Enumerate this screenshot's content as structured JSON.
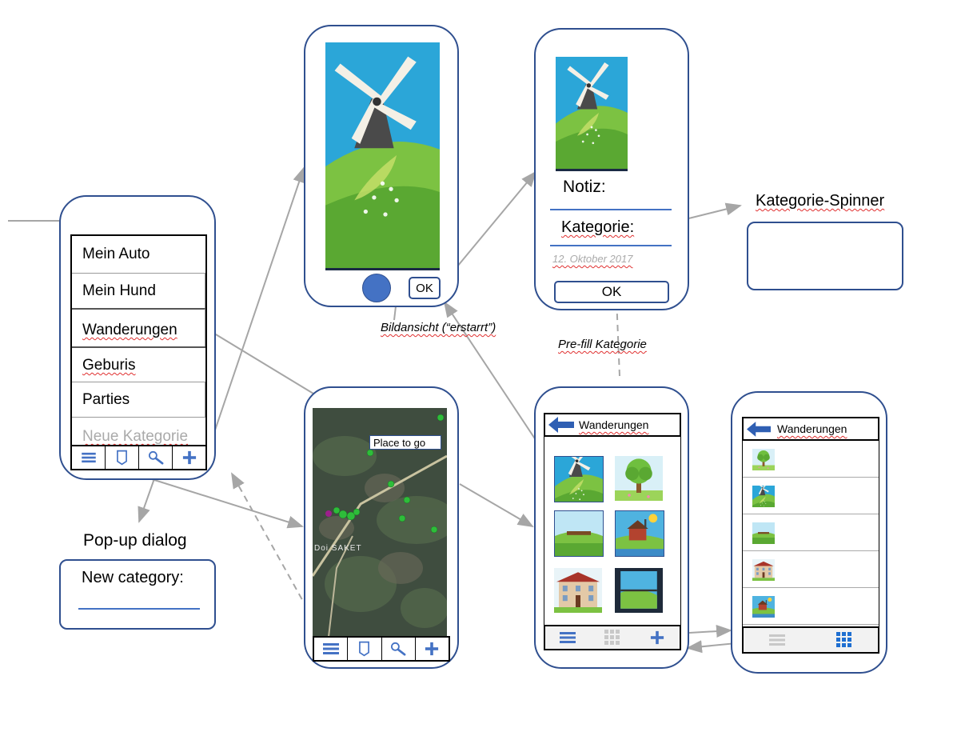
{
  "category_screen": {
    "items": [
      "Mein Auto",
      "Mein Hund",
      "Wanderungen",
      "Geburis",
      "Parties"
    ],
    "new_item_placeholder": "Neue Kategorie"
  },
  "photo_screen": {
    "ok_label": "OK",
    "caption": "Bildansicht (“erstarrt”)"
  },
  "note_screen": {
    "note_label": "Notiz:",
    "category_label": "Kategorie:",
    "date": "12. Oktober 2017",
    "ok_label": "OK"
  },
  "spinner": {
    "title": "Kategorie-Spinner"
  },
  "popup": {
    "title": "Pop-up dialog",
    "field_label": "New category:"
  },
  "map_screen": {
    "marker_tooltip": "Place to go",
    "place_name": "Doi SAKET"
  },
  "grid_screen": {
    "title": "Wanderungen"
  },
  "list_screen": {
    "title": "Wanderungen"
  },
  "annotations": {
    "prefill": "Pre-fill Kategorie"
  },
  "icons": [
    "list-icon",
    "tag-icon",
    "search-icon",
    "plus-icon",
    "grid-icon",
    "back-arrow-icon",
    "windmill-image",
    "tree-image",
    "house-image",
    "map-image"
  ],
  "colors": {
    "frame": "#2f4f8f",
    "accent": "#4472c4",
    "arrow": "#a6a6a6",
    "spellcheck": "#e03030"
  }
}
